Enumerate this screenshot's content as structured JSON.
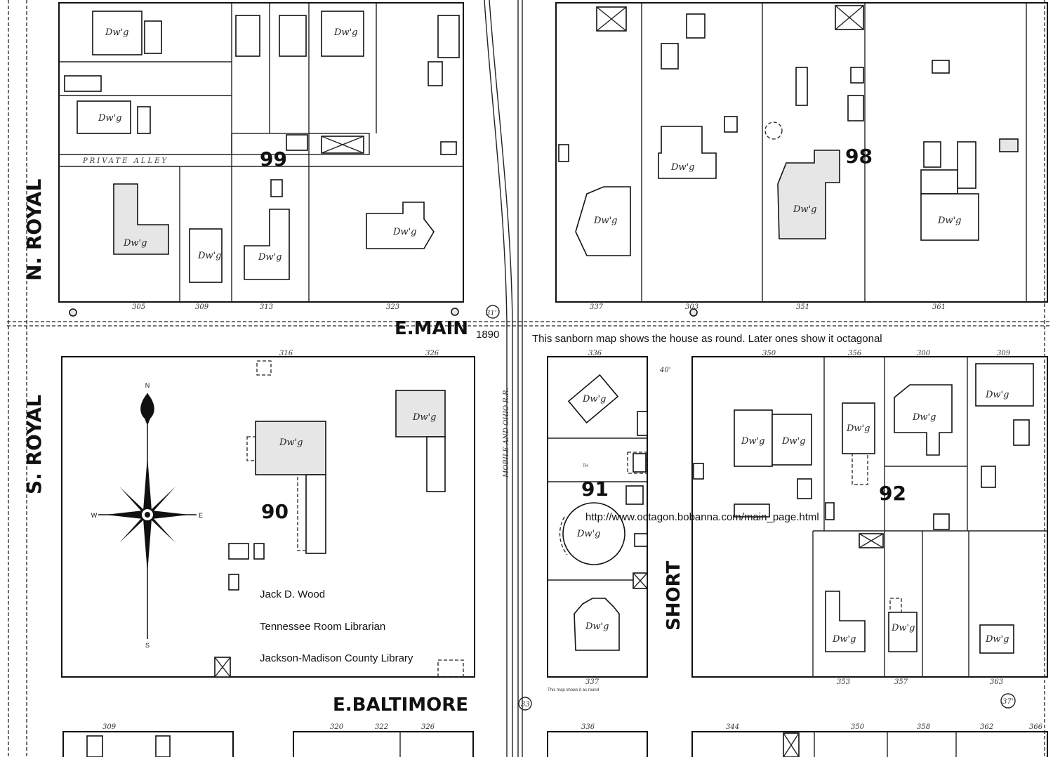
{
  "streets": {
    "n_royal": "N. ROYAL",
    "s_royal": "S. ROYAL",
    "e_main": "E.MAIN",
    "e_baltimore": "E.BALTIMORE",
    "short": "SHORT",
    "private_alley": "PRIVATE ALLEY",
    "railroad": "MOBILE AND OHIO R.R."
  },
  "blocks": [
    "99",
    "98",
    "90",
    "91",
    "92"
  ],
  "dwelling_label": "Dw'g",
  "addresses": {
    "north_main": [
      "305",
      "309",
      "313",
      "323",
      "337",
      "303",
      "351",
      "361"
    ],
    "south_main": [
      "316",
      "326",
      "336",
      "350",
      "356",
      "300",
      "309"
    ],
    "baltimore": [
      "337",
      "353",
      "357",
      "363"
    ],
    "bottom": [
      "309",
      "320",
      "322",
      "326",
      "336",
      "344",
      "350",
      "358",
      "362",
      "366"
    ]
  },
  "street_width_marks": [
    "31'",
    "40'",
    "33",
    "37'"
  ],
  "compass": {
    "n": "N",
    "s": "S",
    "e": "E",
    "w": "W"
  },
  "annotations": {
    "year": "1890",
    "caption": "This sanborn map shows the house as round. Later ones show it octagonal",
    "url": "http://www.octagon.bobanna.com/main_page.html",
    "small_note": "This map shows it as round",
    "small_marker": "TH"
  },
  "credit": {
    "name": "Jack D. Wood",
    "title": "Tennessee Room Librarian",
    "library": "Jackson-Madison County Library"
  }
}
